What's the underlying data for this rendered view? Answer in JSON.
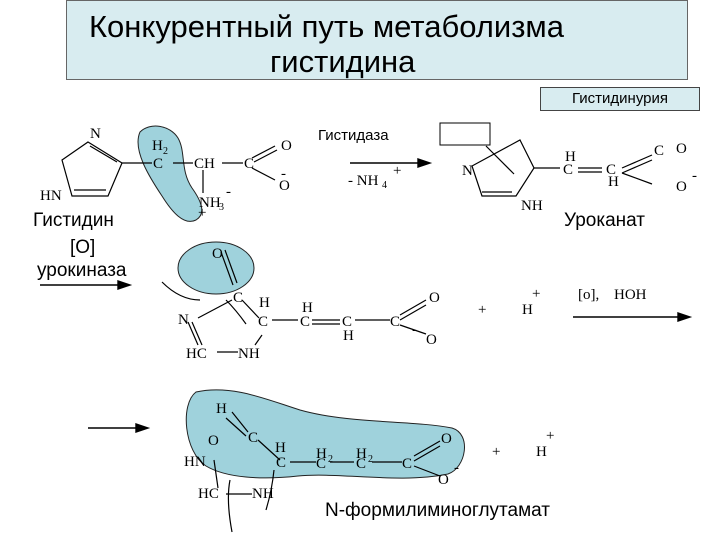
{
  "title": {
    "line1": "Конкурентный путь метаболизма",
    "line2": "гистидина"
  },
  "badge": "Гистидинурия",
  "enzymes": {
    "histidase": "Гистидаза",
    "urocanase_oxidant": "[O]",
    "urocanase": "урокиназа"
  },
  "compounds": {
    "histidine": "Гистидин",
    "urocanate": "Уроканат",
    "product": "N-формилиминоглутамат"
  },
  "reagents": {
    "deamination": "- NH",
    "deamination_sub": "4",
    "deamination_sup": "+",
    "oxidation": "[o],",
    "water": "HOH",
    "proton": "H",
    "plus": "+"
  },
  "atoms": {
    "N": "N",
    "HN": "HN",
    "NH": "NH",
    "HC": "HC",
    "H": "H",
    "H2": "H",
    "C": "C",
    "CH": "CH",
    "O": "O",
    "NH3": "NH",
    "sub2": "2",
    "sub3": "3",
    "minus": "-",
    "plus": "+"
  },
  "colors": {
    "highlight": "#9fd2dc",
    "title_bg": "#d8ecf0"
  }
}
